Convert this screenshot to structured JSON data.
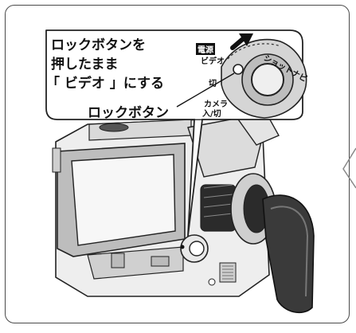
{
  "instruction": {
    "line1": "ロックボタンを",
    "line2": "押したまま",
    "line3": "「 ビデオ 」にする"
  },
  "callout": {
    "lock_button_label": "ロックボタン"
  },
  "dial": {
    "power_label": "電源",
    "video_label": "ビデオ",
    "off_label": "切",
    "camera_label_line1": "カメラ",
    "camera_label_line2": "入/切",
    "shot_navi_label": "ショットナビ"
  },
  "colors": {
    "outline": "#4a4a4a",
    "body_light": "#e8e8e8",
    "body_mid": "#bcbcbc",
    "body_dark": "#2b2b2b",
    "arrow": "#111111"
  }
}
